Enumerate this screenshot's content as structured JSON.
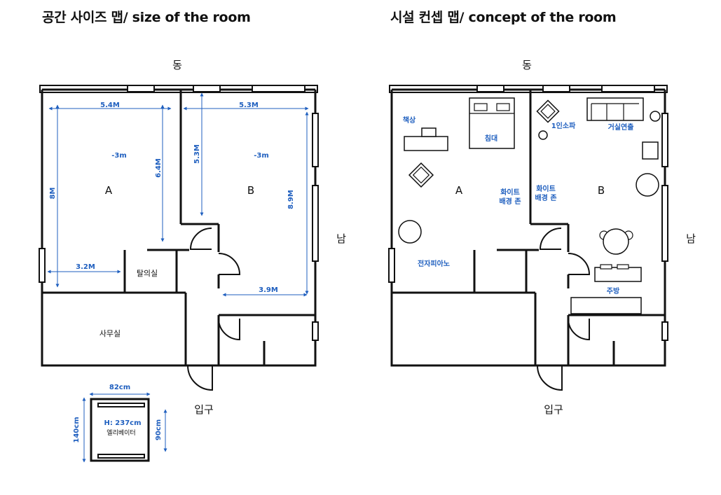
{
  "left_plan": {
    "title": "공간 사이즈 맵/ size of the room",
    "north": "동",
    "east": "남",
    "entrance": "입구",
    "room_a": "A",
    "room_b": "B",
    "dressing_room": "탈의실",
    "office": "사무실",
    "dimensions": {
      "a_width": "5.4M",
      "a_depth_inner": "6.4M",
      "a_depth_total": "8M",
      "a_lower_width": "3.2M",
      "a_area": "-3m",
      "b_width": "5.3M",
      "b_depth_upper": "5.3M",
      "b_depth_total": "8.9M",
      "b_lower_width": "3.9M",
      "b_area": "-3m"
    },
    "elevator": {
      "width": "82cm",
      "depth": "140cm",
      "door": "90cm",
      "height": "H: 237cm",
      "label": "엘리베이터"
    }
  },
  "right_plan": {
    "title": "시설 컨셉 맵/ concept of the room",
    "north": "동",
    "east": "남",
    "entrance": "입구",
    "room_a": "A",
    "room_b": "B",
    "furniture": {
      "desk": "책상",
      "bed": "침대",
      "white_zone_a": "화이트\n배경 존",
      "piano": "전자피아노",
      "sofa": "1인소파",
      "living": "거실연출",
      "white_zone_b": "화이트\n배경 존",
      "kitchen": "주방"
    }
  }
}
